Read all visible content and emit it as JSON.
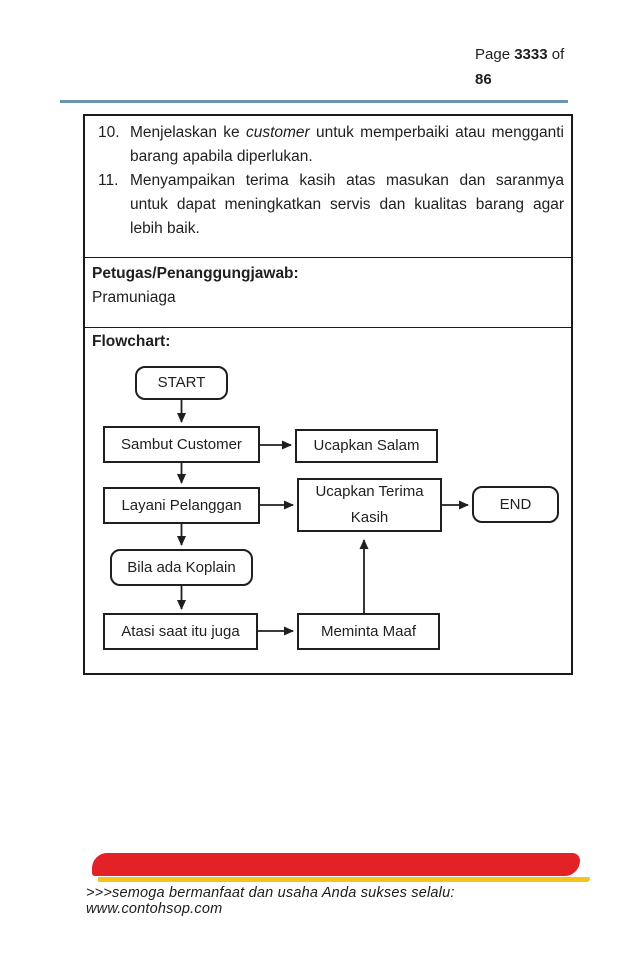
{
  "header": {
    "page_word": "Page",
    "page_number": "3333",
    "of_word": "of",
    "total_pages": "86"
  },
  "procedure_list": {
    "item10": {
      "number": "10.",
      "pre": "Menjelaskan ke",
      "italic": "customer",
      "post": "untuk memperbaiki atau mengganti barang apabila diperlukan."
    },
    "item11": {
      "number": "11.",
      "text": "Menyampaikan terima kasih atas masukan dan saranmya untuk dapat meningkatkan servis dan kualitas barang agar lebih baik."
    }
  },
  "petugas": {
    "label": "Petugas/Penanggungjawab:",
    "value": "Pramuniaga"
  },
  "flowchart": {
    "label": "Flowchart:",
    "nodes": {
      "start": "START",
      "sambut_customer": "Sambut Customer",
      "ucapkan_salam": "Ucapkan Salam",
      "layani_pelanggan": "Layani Pelanggan",
      "ucapkan_terima_kasih": "Ucapkan Terima Kasih",
      "end": "END",
      "bila_ada_koplain": "Bila ada Koplain",
      "atasi_saat_itu_juga": "Atasi saat itu juga",
      "meminta_maaf": "Meminta Maaf"
    },
    "edges": [
      {
        "from": "start",
        "to": "sambut_customer"
      },
      {
        "from": "sambut_customer",
        "to": "ucapkan_salam"
      },
      {
        "from": "sambut_customer",
        "to": "layani_pelanggan"
      },
      {
        "from": "layani_pelanggan",
        "to": "ucapkan_terima_kasih"
      },
      {
        "from": "ucapkan_terima_kasih",
        "to": "end"
      },
      {
        "from": "layani_pelanggan",
        "to": "bila_ada_koplain"
      },
      {
        "from": "bila_ada_koplain",
        "to": "atasi_saat_itu_juga"
      },
      {
        "from": "atasi_saat_itu_juga",
        "to": "meminta_maaf"
      },
      {
        "from": "meminta_maaf",
        "to": "ucapkan_terima_kasih"
      }
    ]
  },
  "footer": {
    "tagline": ">>>semoga bermanfaat dan usaha Anda sukses selalu: www.contohsop.com"
  },
  "colors": {
    "header_rule_blue": "#6a94b0",
    "swoosh_red": "#e32227",
    "swoosh_yellow": "#f2c51d",
    "body_text": "#1f1f1f"
  }
}
